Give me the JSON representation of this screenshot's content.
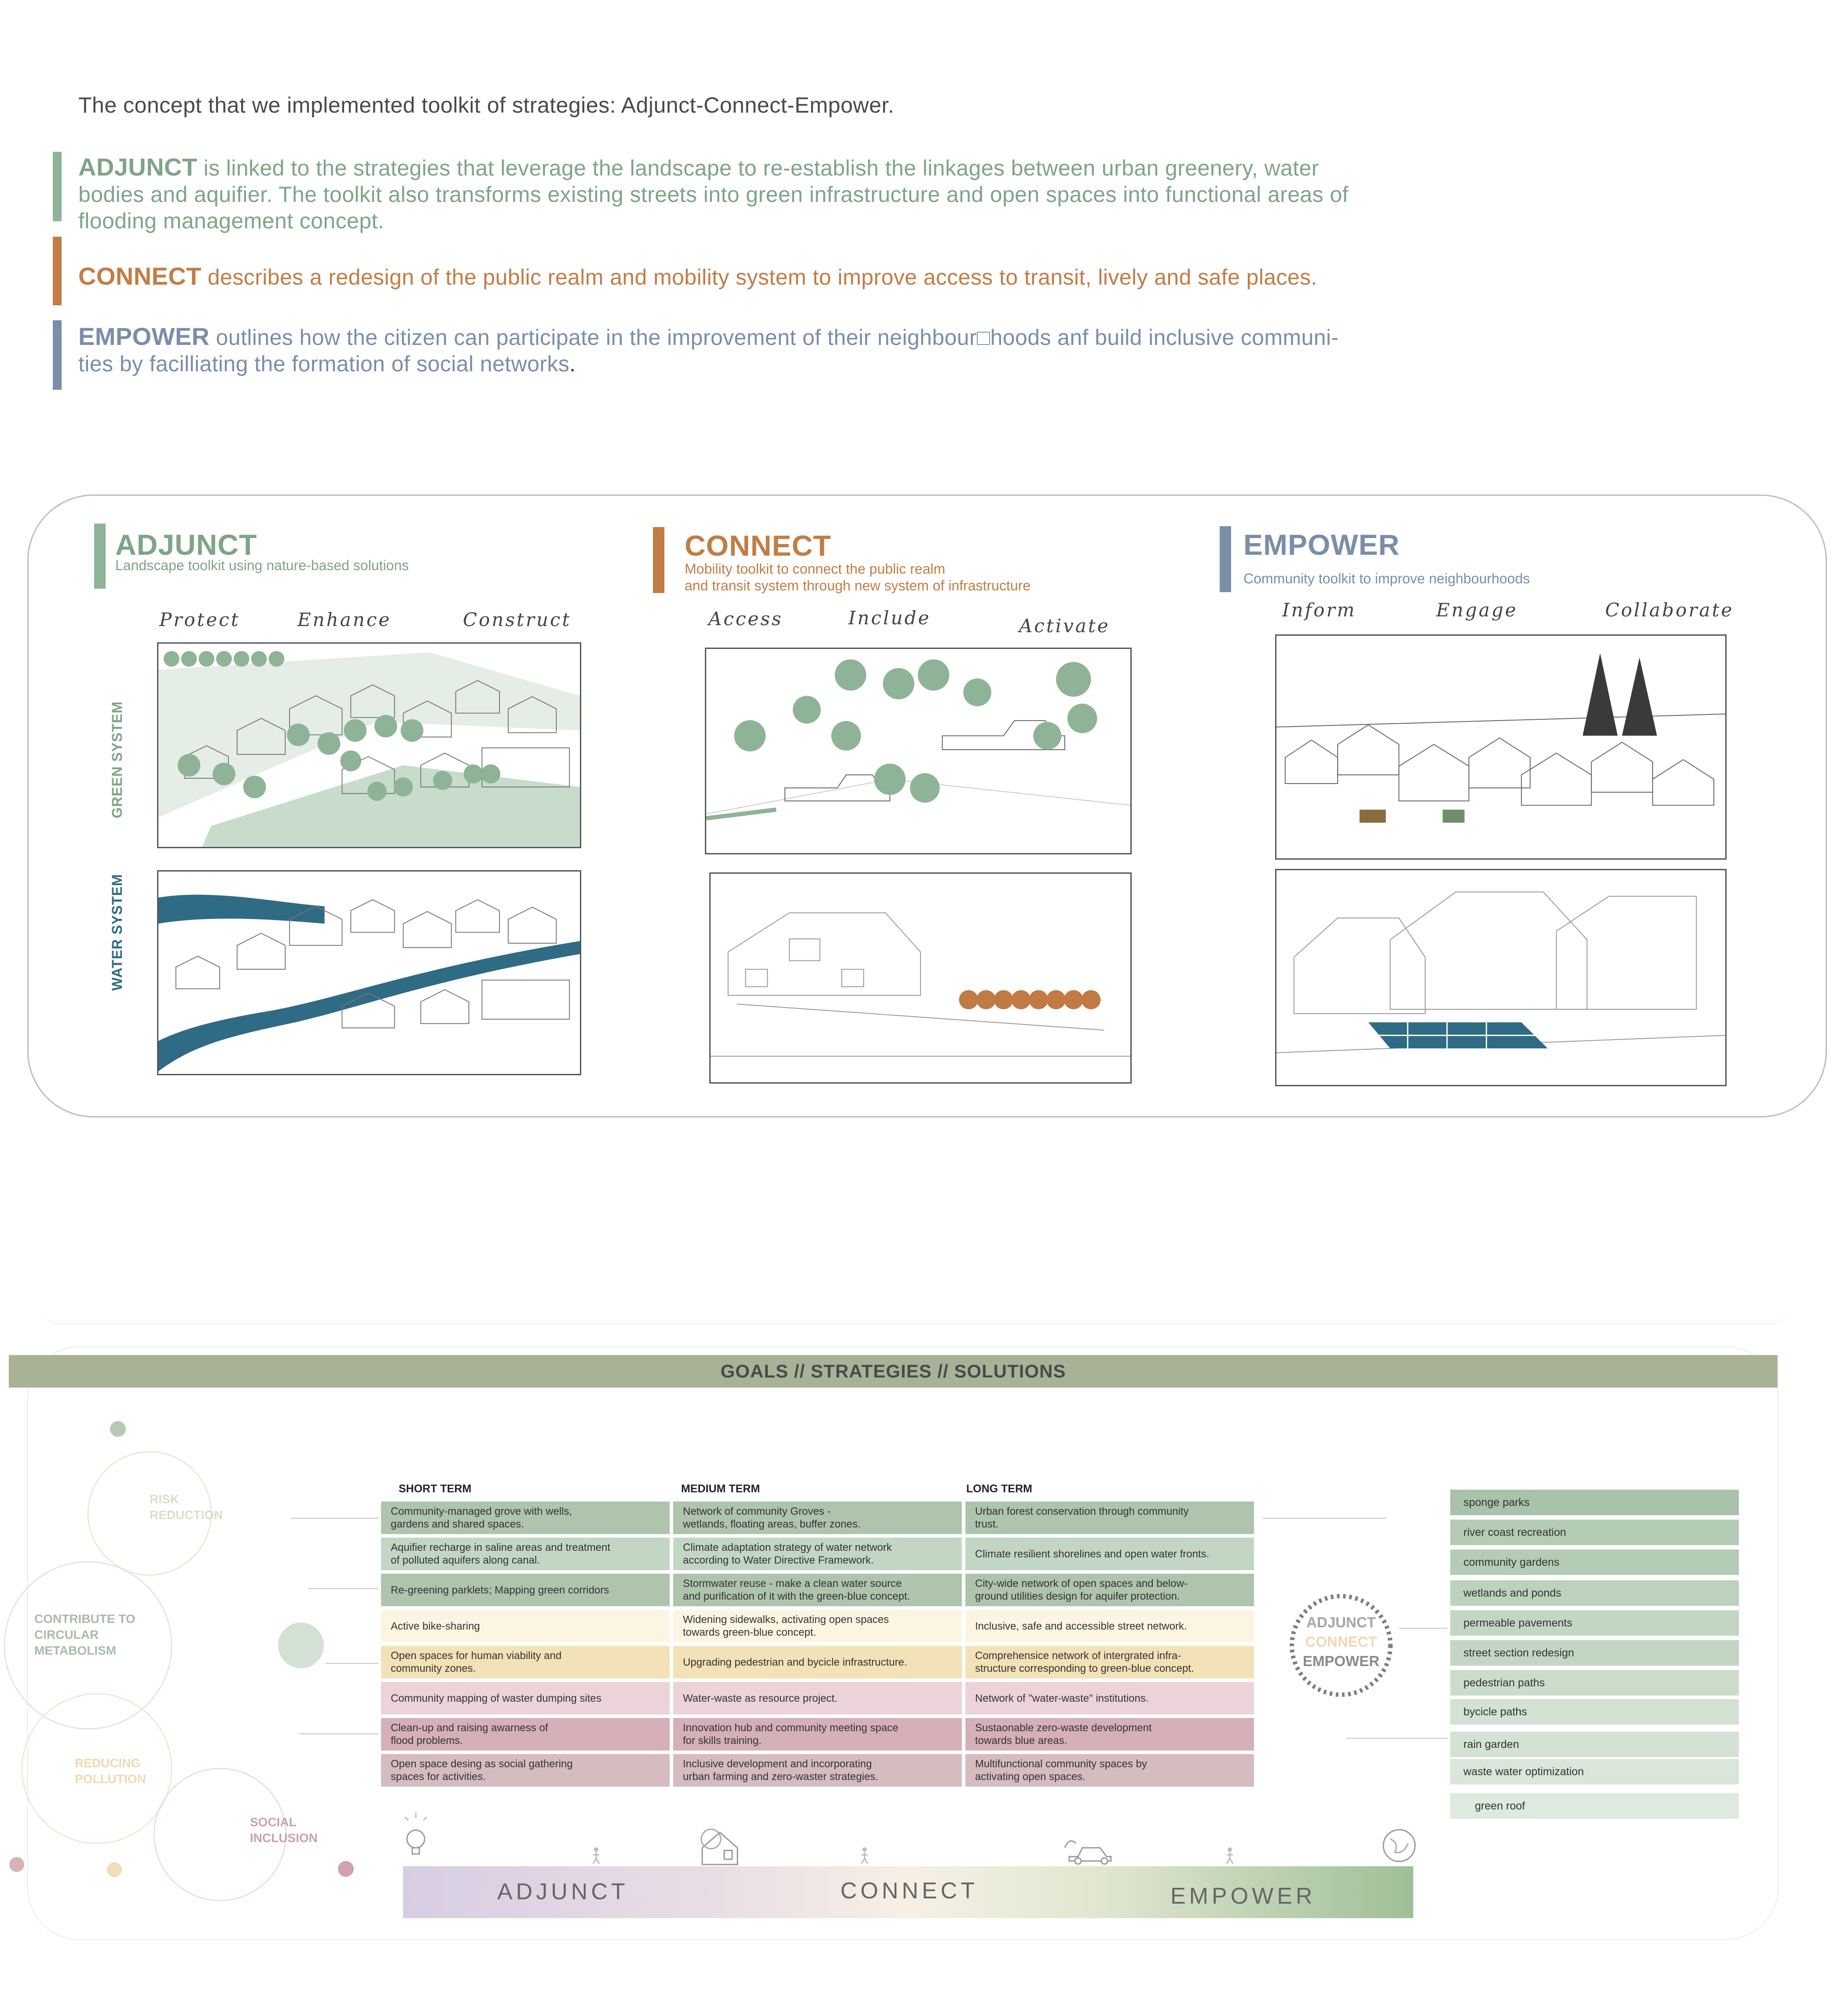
{
  "intro": {
    "headline": "The concept that we implemented toolkit of strategies: Adjunct-Connect-Empower.",
    "adjunct": {
      "keyword": "ADJUNCT",
      "text_l1": " is linked to the strategies that leverage the landscape to re-establish the linkages between urban greenery, water",
      "text_l2": "bodies and aquifier. The toolkit also transforms existing streets into green infrastructure and open spaces into functional areas of",
      "text_l3": "flooding management concept."
    },
    "connect": {
      "keyword": "CONNECT",
      "text": " describes a redesign of the public realm and mobility system to improve access to transit, lively and safe places."
    },
    "empower": {
      "keyword": "EMPOWER",
      "text_l1": " outlines how the citizen can participate in the improvement of their neighbour□hoods anf build inclusive communi-",
      "text_l2": "ties by facilliating the formation of social networks",
      "text_end": "."
    }
  },
  "toolkits": {
    "adjunct": {
      "title": "ADJUNCT",
      "subtitle": "Landscape toolkit using nature-based solutions",
      "verbs": [
        "Protect",
        "Enhance",
        "Construct"
      ],
      "row_labels": [
        "GREEN SYSTEM",
        "WATER SYSTEM"
      ]
    },
    "connect": {
      "title": "CONNECT",
      "subtitle_l1": "Mobility toolkit to connect the public realm",
      "subtitle_l2": "and transit system through new system of infrastructure",
      "verbs": [
        "Access",
        "Include",
        "Activate"
      ]
    },
    "empower": {
      "title": "EMPOWER",
      "subtitle": "Community toolkit to improve neighbourhoods",
      "verbs": [
        "Inform",
        "Engage",
        "Collaborate"
      ]
    }
  },
  "goals": {
    "banner": "GOALS // STRATEGIES // SOLUTIONS",
    "left_goals": {
      "risk": [
        "RISK",
        "REDUCTION"
      ],
      "metabolism": [
        "CONTRIBUTE TO",
        "CIRCULAR",
        "METABOLISM"
      ],
      "pollution": [
        "REDUCING",
        "POLLUTION"
      ],
      "inclusion": [
        "SOCIAL",
        "INCLUSION"
      ]
    },
    "terms": [
      "SHORT TERM",
      "MEDIUM TERM",
      "LONG TERM"
    ],
    "rows": [
      {
        "short": [
          "Community-managed grove with wells,",
          "gardens and shared spaces."
        ],
        "medium": [
          "Network of community Groves -",
          "wetlands, floating areas, buffer zones."
        ],
        "long": [
          "Urban forest conservation through community",
          "trust."
        ]
      },
      {
        "short": [
          "Aquifier recharge in saline areas and treatment",
          "of polluted aquifers along canal."
        ],
        "medium": [
          "Climate adaptation strategy of water network",
          "according to Water Directive Framework."
        ],
        "long": [
          "Climate resilient shorelines and open water fronts.",
          ""
        ]
      },
      {
        "short": [
          "Re-greening parklets; Mapping green corridors",
          ""
        ],
        "medium": [
          "Stormwater reuse - make a clean water source",
          "and purification of it with the green-blue concept."
        ],
        "long": [
          "City-wide network of open spaces and below-",
          "ground utilities design for aquifer protection."
        ]
      },
      {
        "short": [
          "Active bike-sharing",
          ""
        ],
        "medium": [
          "Widening sidewalks, activating open spaces",
          "towards green-blue concept."
        ],
        "long": [
          "Inclusive, safe and accessible street network.",
          ""
        ]
      },
      {
        "short": [
          "Open spaces for human viability and",
          "community zones."
        ],
        "medium": [
          "Upgrading pedestrian and bycicle infrastructure.",
          ""
        ],
        "long": [
          "Comprehensice network of intergrated infra-",
          "structure corresponding to green-blue concept."
        ]
      },
      {
        "short": [
          "Community mapping of waster dumping sites",
          ""
        ],
        "medium": [
          "Water-waste as resource project.",
          ""
        ],
        "long": [
          "Network of \"water-waste\" institutions.",
          ""
        ]
      },
      {
        "short": [
          "Clean-up and raising awarness of",
          "flood problems."
        ],
        "medium": [
          "Innovation hub and community meeting space",
          "for skills training."
        ],
        "long": [
          "Sustaonable zero-waste development",
          "towards blue areas."
        ]
      },
      {
        "short": [
          "Open space desing as social gathering",
          "spaces for activities."
        ],
        "medium": [
          "Inclusive development and incorporating",
          "urban farming and zero-waster strategies."
        ],
        "long": [
          "Multifunctional community spaces by",
          "activating open spaces."
        ]
      }
    ],
    "badge": [
      "ADJUNCT",
      "CONNECT",
      "EMPOWER"
    ],
    "solutions": [
      "sponge parks",
      "river coast recreation",
      "community gardens",
      "wetlands and ponds",
      "permeable pavements",
      "street section redesign",
      "pedestrian paths",
      "bycicle paths",
      "rain garden",
      "waste water optimization",
      "green roof"
    ],
    "spectrum": [
      "ADJUNCT",
      "CONNECT",
      "EMPOWER"
    ]
  },
  "colors": {
    "adjunct": "#7fa487",
    "connect": "#c17d45",
    "empower": "#7a8ea8",
    "green_fill": "#8fb396",
    "water_fill": "#2f6b84",
    "pot": "#c07a42"
  }
}
